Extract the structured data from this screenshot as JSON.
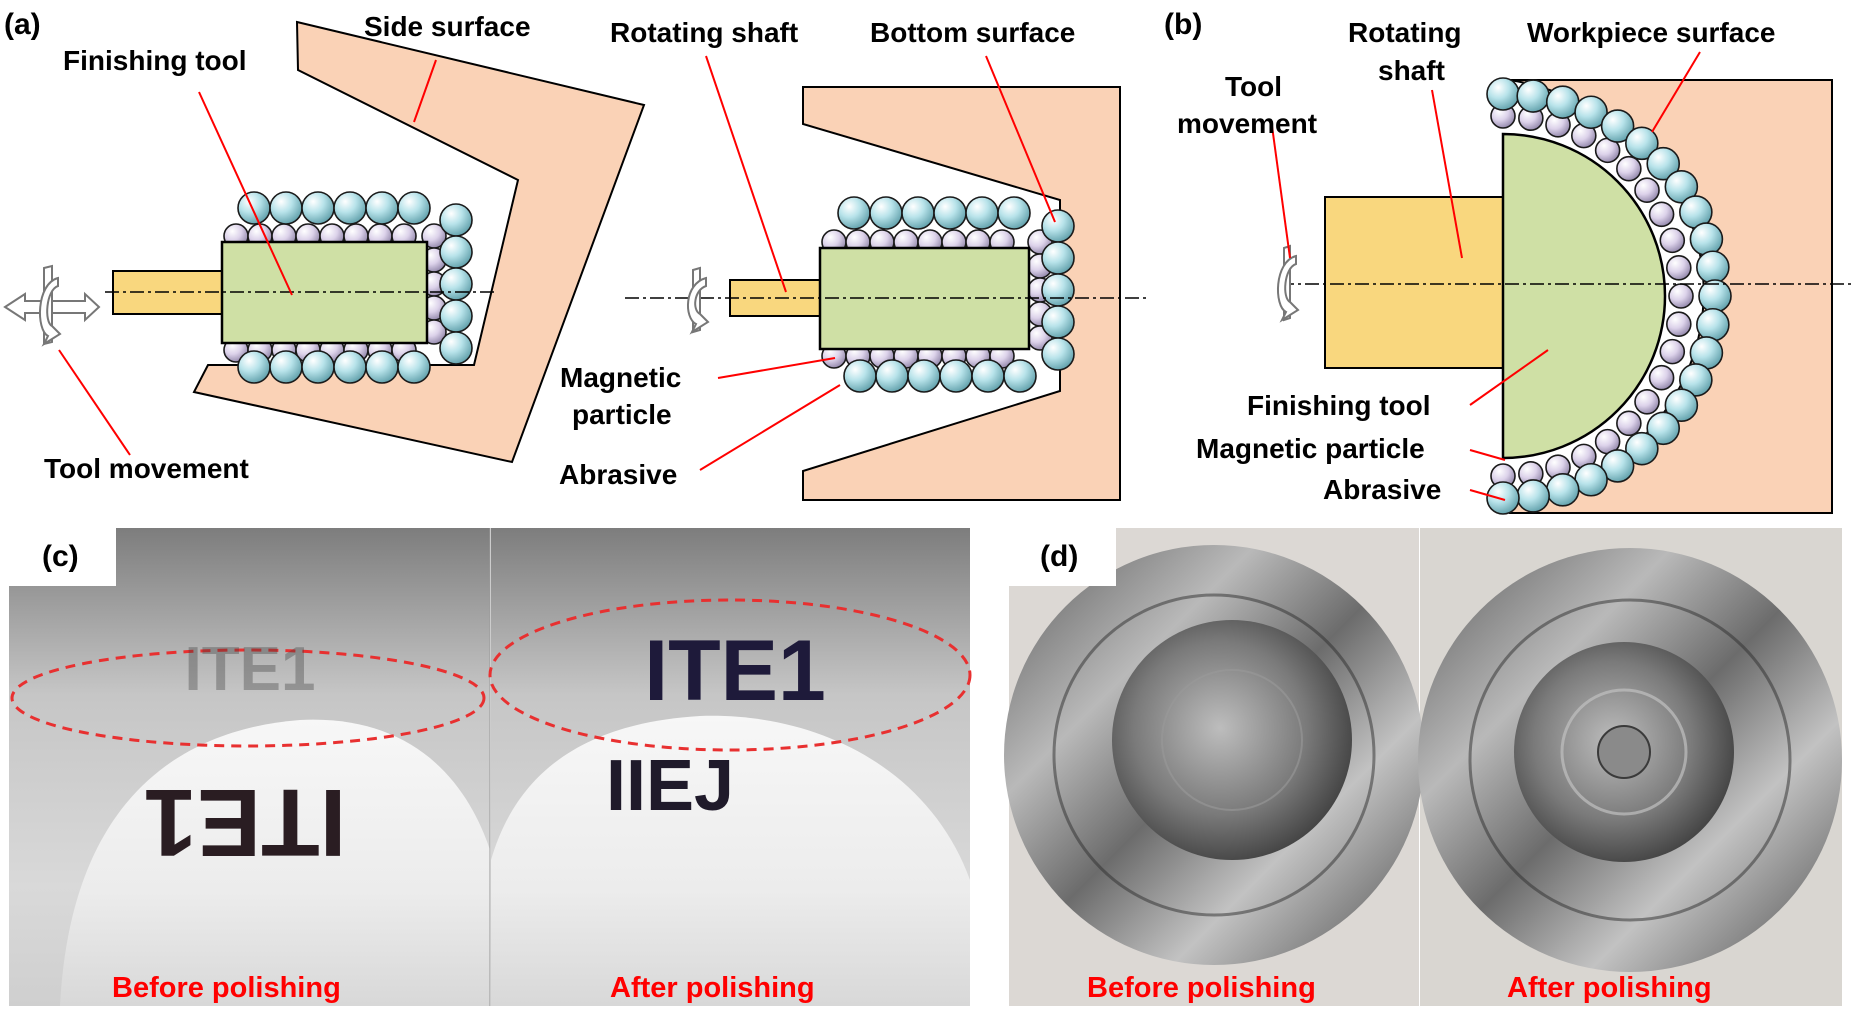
{
  "panel_a": {
    "tag": "(a)",
    "side_surface": "Side surface",
    "finishing_tool": "Finishing tool",
    "tool_movement": "Tool movement",
    "rotating_shaft": "Rotating shaft",
    "bottom_surface": "Bottom surface",
    "magnetic_line1": "Magnetic",
    "magnetic_line2": "particle",
    "abrasive": "Abrasive"
  },
  "panel_b": {
    "tag": "(b)",
    "tool_movement_line1": "Tool",
    "tool_movement_line2": "movement",
    "rotating_shaft_line1": "Rotating",
    "rotating_shaft_line2": "shaft",
    "workpiece_surface": "Workpiece surface",
    "finishing_tool": "Finishing tool",
    "magnetic_particle": "Magnetic particle",
    "abrasive": "Abrasive"
  },
  "panel_c": {
    "tag": "(c)",
    "before": "Before polishing",
    "after": "After polishing",
    "marking_upper": "ITE1",
    "marking_lower": "IIEJ"
  },
  "panel_d": {
    "tag": "(d)",
    "before": "Before polishing",
    "after": "After polishing"
  },
  "colors": {
    "workpiece": "#fad2b6",
    "tool": "#cfe0a5",
    "shaft": "#f9d77e",
    "abrasive": "#a9dbe4",
    "magnetic": "#d8cde6",
    "leader": "#ff0000",
    "caption": "#ff0000"
  }
}
